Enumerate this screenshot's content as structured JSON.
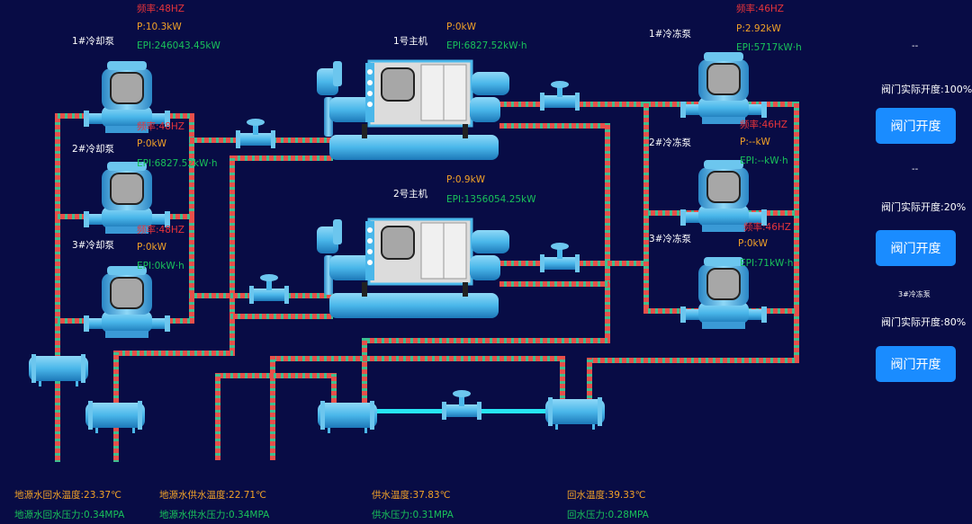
{
  "colors": {
    "background": "#080c45",
    "pipe_red": "#e8504a",
    "pipe_green": "#3fbf8f",
    "pipe_cyan": "#27e6f2",
    "button": "#1a8cff",
    "text_red": "#e8343a",
    "text_orange": "#f2a227",
    "text_green": "#19c25a"
  },
  "cooling_pumps": [
    {
      "name": "1#冷却泵",
      "freq": "频率:48HZ",
      "power": "P:10.3kW",
      "energy": "EPI:246043.45kW"
    },
    {
      "name": "2#冷却泵",
      "freq": "频率:48HZ",
      "power": "P:0kW",
      "energy": "EPI:6827.52kW·h"
    },
    {
      "name": "3#冷却泵",
      "freq": "频率:48HZ",
      "power": "P:0kW",
      "energy": "EPI:0kW·h"
    }
  ],
  "hosts": [
    {
      "name": "1号主机",
      "power": "P:0kW",
      "energy": "EPI:6827.52kW·h"
    },
    {
      "name": "2号主机",
      "power": "P:0.9kW",
      "energy": "EPI:1356054.25kW"
    }
  ],
  "freeze_pumps": [
    {
      "name": "1#冷冻泵",
      "freq": "频率:46HZ",
      "power": "P:2.92kW",
      "energy": "EPI:5717kW·h"
    },
    {
      "name": "2#冷冻泵",
      "freq": "频率:46HZ",
      "power": "P:--kW",
      "energy": "EPI:--kW·h"
    },
    {
      "name": "3#冷冻泵",
      "freq": "频率:46HZ",
      "power": "P:0kW",
      "energy": "EPI:71kW·h"
    }
  ],
  "valves": [
    {
      "dash": "--",
      "opening": "阀门实际开度:100%",
      "button": "阀门开度",
      "opening_pct": 100
    },
    {
      "dash": "--",
      "opening": "阀门实际开度:20%",
      "button": "阀门开度",
      "opening_pct": 20
    },
    {
      "dash": "3#冷冻泵",
      "opening": "阀门实际开度:80%",
      "button": "阀门开度",
      "opening_pct": 80
    }
  ],
  "bottom": {
    "ground_return_temp": "地源水回水温度:23.37℃",
    "ground_return_press": "地源水回水压力:0.34MPA",
    "ground_supply_temp": "地源水供水温度:22.71℃",
    "ground_supply_press": "地源水供水压力:0.34MPA",
    "supply_temp": "供水温度:37.83℃",
    "supply_press": "供水压力:0.31MPA",
    "return_temp": "回水温度:39.33℃",
    "return_press": "回水压力:0.28MPA"
  }
}
